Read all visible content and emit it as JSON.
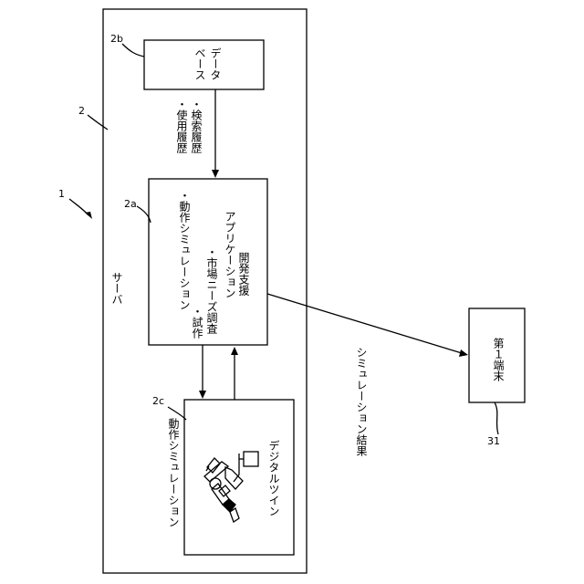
{
  "refs": {
    "system": "1",
    "server": "2",
    "application": "2a",
    "database": "2b",
    "digital_twin": "2c",
    "terminal": "31"
  },
  "server": {
    "label": "サーバ"
  },
  "database": {
    "lines": [
      "データ",
      "ベース"
    ]
  },
  "history": {
    "items": [
      "・検索履歴",
      "・使用履歴"
    ]
  },
  "application": {
    "title_lines": [
      "開発支援",
      "アプリケーション"
    ],
    "items": [
      "・市場ニーズ調査",
      "・試作",
      "・動作シミュレーション"
    ]
  },
  "digital_twin": {
    "label": "デジタルツイン",
    "caption": "動作シミュレーション"
  },
  "simulation_result": {
    "label": "シミュレーション結果"
  },
  "terminal": {
    "label": "第１端末"
  }
}
